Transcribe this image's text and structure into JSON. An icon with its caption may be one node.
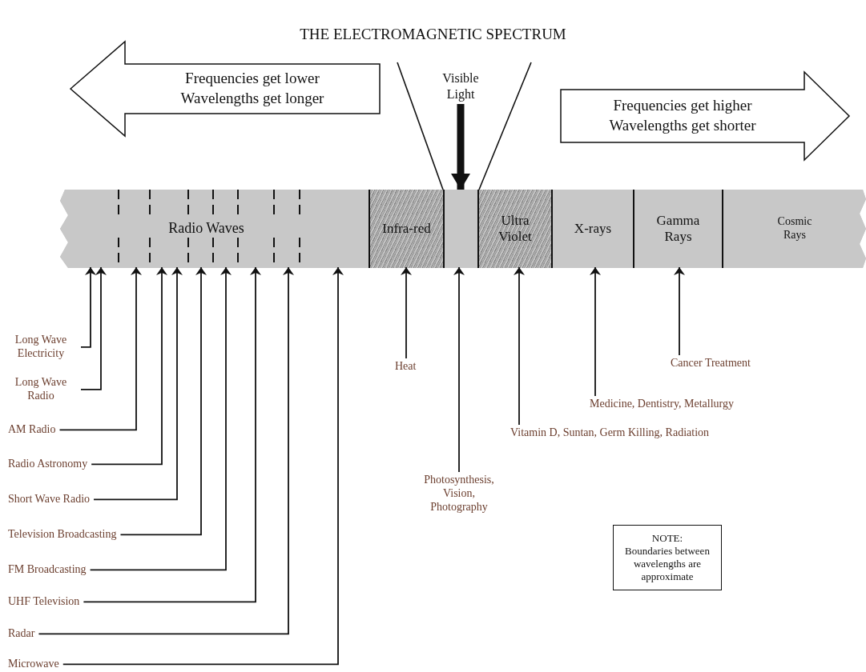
{
  "diagram": {
    "title": "THE ELECTROMAGNETIC SPECTRUM",
    "nodes": [
      {
        "text": [],
        "shape": "bar"
      },
      {
        "text": [
          "Radio Waves"
        ],
        "in": 0
      },
      {
        "text": [
          "Infra-red"
        ],
        "in": 0
      },
      {
        "text": [],
        "shape": "box",
        "in": 0
      },
      {
        "text": [
          "Ultra Violet"
        ],
        "in": 0
      },
      {
        "text": [
          "X-rays"
        ],
        "in": 0
      },
      {
        "text": [
          "Gamma Rays"
        ],
        "in": 0
      },
      {
        "text": [
          "Cosmic Rays"
        ],
        "in": 0
      },
      {
        "text": [
          "Frequencies get lower",
          "Wavelengths get longer"
        ]
      },
      {
        "text": [
          "Visible Light"
        ]
      },
      {
        "text": [
          "Frequencies get higher",
          "Wavelengths get shorter"
        ]
      },
      {
        "text": [
          "Long Wave Electricity"
        ]
      },
      {
        "text": [
          "Long Wave Radio"
        ]
      },
      {
        "text": [
          "AM Radio"
        ]
      },
      {
        "text": [
          "Radio Astronomy"
        ]
      },
      {
        "text": [
          "Short Wave Radio"
        ]
      },
      {
        "text": [
          "Television Broadcasting"
        ]
      },
      {
        "text": [
          "FM Broadcasting"
        ]
      },
      {
        "text": [
          "UHF Television"
        ]
      },
      {
        "text": [
          "Radar"
        ]
      },
      {
        "text": [
          "Microwave"
        ]
      },
      {
        "text": [
          "Heat"
        ]
      },
      {
        "text": [
          "Photosynthesis, Vision, Photography"
        ]
      },
      {
        "text": [
          "Vitamin D, Suntan, Germ Killing, Radiation"
        ]
      },
      {
        "text": [
          "Medicine, Dentistry, Metallurgy"
        ]
      },
      {
        "text": [
          "Cancer Treatment"
        ]
      },
      {
        "text": [
          "NOTE:",
          "Boundaries between wavelengths are approximate"
        ]
      }
    ],
    "edges": [
      {
        "from": 9,
        "to": 3,
        "arrow": "to",
        "style": "thick"
      },
      {
        "from": 11,
        "to": 1,
        "arrow": "to"
      },
      {
        "from": 12,
        "to": 1,
        "arrow": "to"
      },
      {
        "from": 13,
        "to": 1,
        "arrow": "to"
      },
      {
        "from": 14,
        "to": 1,
        "arrow": "to"
      },
      {
        "from": 15,
        "to": 1,
        "arrow": "to"
      },
      {
        "from": 16,
        "to": 1,
        "arrow": "to"
      },
      {
        "from": 17,
        "to": 1,
        "arrow": "to"
      },
      {
        "from": 18,
        "to": 1,
        "arrow": "to"
      },
      {
        "from": 19,
        "to": 1,
        "arrow": "to"
      },
      {
        "from": 20,
        "to": 1,
        "arrow": "to"
      },
      {
        "from": 21,
        "to": 2,
        "arrow": "to"
      },
      {
        "from": 22,
        "to": 3,
        "arrow": "to"
      },
      {
        "from": 23,
        "to": 4,
        "arrow": "to"
      },
      {
        "from": 24,
        "to": 5,
        "arrow": "to"
      },
      {
        "from": 25,
        "to": 6,
        "arrow": "to"
      }
    ]
  }
}
